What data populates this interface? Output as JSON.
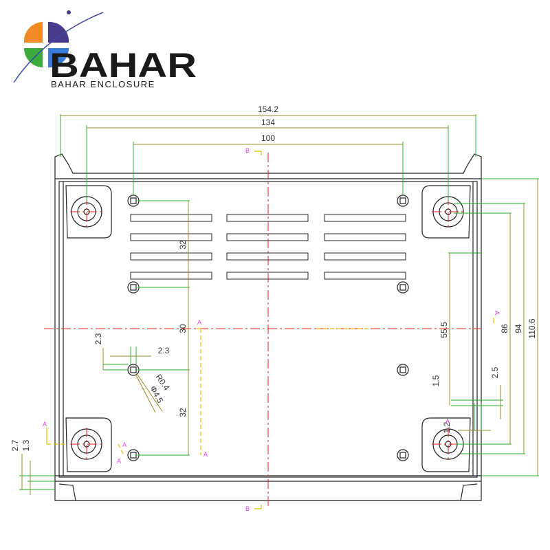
{
  "brand": {
    "name": "BAHAR",
    "subtitle": "BAHAR ENCLOSURE",
    "colors": {
      "orange": "#f08a24",
      "purple": "#4a3a8c",
      "green": "#3caa3c",
      "blue": "#3a7ad8",
      "dark": "#1a1a1a"
    }
  },
  "colors": {
    "outline": "#222222",
    "dimension": "#9a8a2a",
    "extension": "#22aa22",
    "centerline": "#dd2222",
    "section_marker": "#e040e0",
    "section_line": "#e0c000"
  },
  "dimensions": {
    "overall_width": "154.2",
    "inner_width": "134",
    "hole_spacing": "100",
    "vertical_32_top": "32",
    "vertical_30": "30",
    "vertical_32_bottom": "32",
    "offset_2_3_v": "2.3",
    "offset_2_3_h": "2.3",
    "radius": "R0.4",
    "diameter": "Φ4.5",
    "height_55_5": "55.5",
    "height_86": "86",
    "height_94": "94",
    "height_110_6": "110.6",
    "offset_1_5": "1.5",
    "offset_2_5": "2.5",
    "offset_1_2": "1.2",
    "left_2_7": "2.7",
    "left_1_3": "1.3"
  },
  "sections": {
    "a": "A",
    "b": "B"
  }
}
